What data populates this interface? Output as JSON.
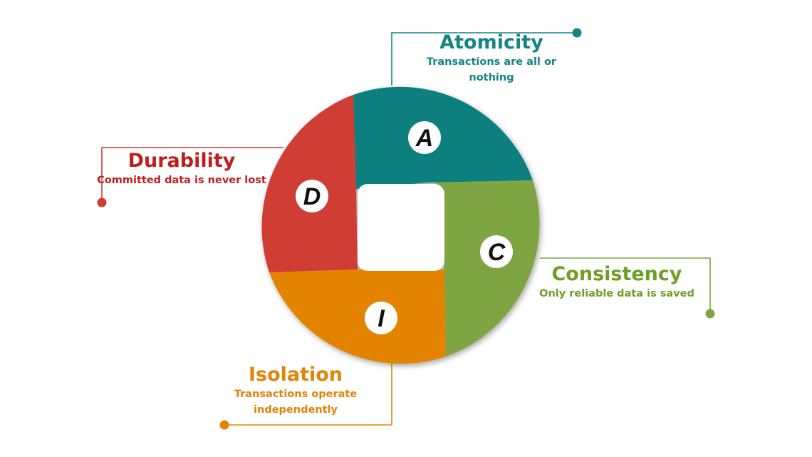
{
  "colors": {
    "atomicity": "#077f7e",
    "consistency": "#7fa443",
    "isolation": "#e48305",
    "durability": "#cf3e34",
    "atomicity_text": "#138584",
    "consistency_text": "#6f9e26",
    "isolation_text": "#e1840a",
    "durability_text": "#bf1e1e"
  },
  "segments": {
    "atomicity": {
      "letter": "A",
      "title": "Atomicity",
      "description": "Transactions are all or nothing"
    },
    "consistency": {
      "letter": "C",
      "title": "Consistency",
      "description": "Only reliable data is saved"
    },
    "isolation": {
      "letter": "I",
      "title": "Isolation",
      "description": "Transactions operate independently"
    },
    "durability": {
      "letter": "D",
      "title": "Durability",
      "description": "Committed data is never lost"
    }
  }
}
